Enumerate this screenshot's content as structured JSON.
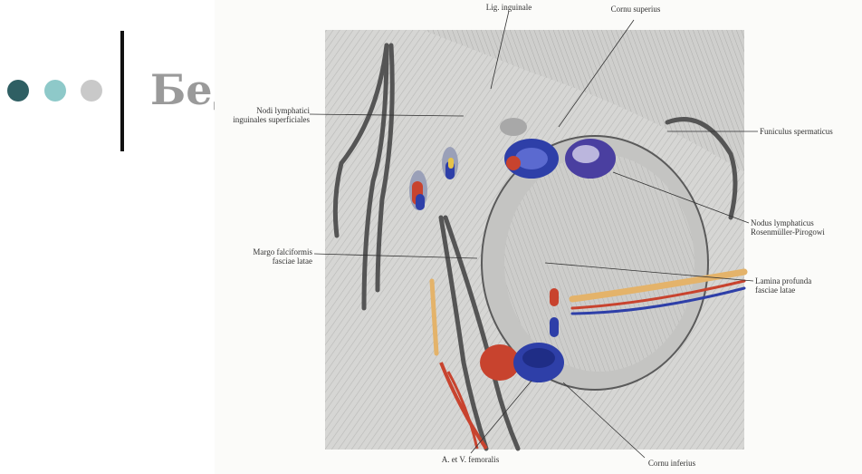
{
  "slide": {
    "title": "Бед",
    "colors": {
      "dot1": "#2f5f63",
      "dot2": "#8ec9c9",
      "dot3": "#c9c9c9",
      "title": "#9a9a9a"
    }
  },
  "figure": {
    "labels": {
      "lig_inguinale": "Lig. inguinale",
      "cornu_superius": "Cornu superius",
      "nodi_line1": "Nodi lymphatici",
      "nodi_line2": "inguinales superficiales",
      "funiculus": "Funiculus spermaticus",
      "nodus_line1": "Nodus lymphaticus",
      "nodus_line2": "Rosenmüller-Pirogowi",
      "margo_line1": "Margo falciformis",
      "margo_line2": "fasciae latae",
      "lamina_line1": "Lamina profunda",
      "lamina_line2": "fasciae latae",
      "femoralis": "A. et V. femoralis",
      "cornu_inferius": "Cornu inferius"
    },
    "colors": {
      "artery": "#c8432e",
      "vein": "#2e3fa8",
      "tissue": "#d9d9d7",
      "nerve": "#e4b36a"
    }
  }
}
